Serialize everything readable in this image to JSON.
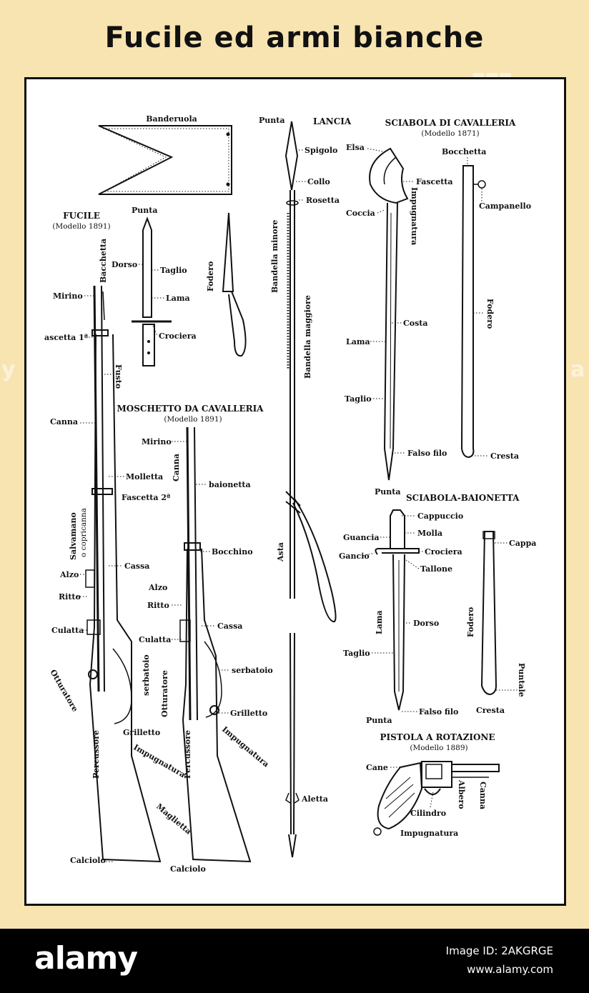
{
  "title": "Fucile ed armi bianche",
  "labels": {
    "banderuola": "Banderuola",
    "fucile": "FUCILE",
    "fucile_model": "(Modello 1891)",
    "punta_bayonet": "Punta",
    "dorso": "Dorso",
    "taglio": "Taglio",
    "lama": "Lama",
    "crociera": "Crociera",
    "fodero": "Fodero",
    "bacchetta": "Bacchetta",
    "mirino": "Mirino",
    "fascetta1": "ascetta 1ª",
    "fusto": "Fusto",
    "canna": "Canna",
    "molletta": "Molletta",
    "fascetta2": "Fascetta 2ª",
    "salvamano": "Salvamano",
    "copricanna": "o copricanna",
    "cassa": "Cassa",
    "alzo": "Alzo",
    "ritto": "Ritto",
    "culatta": "Culatta",
    "serbatoio": "serbatoio",
    "otturatore": "Otturatore",
    "percussore": "Percussore",
    "grilletto": "Grilletto",
    "impugnatura": "Impugnatura",
    "maglietta": "Maglietta",
    "calciolo": "Calciolo",
    "moschetto": "MOSCHETTO DA CAVALLERIA",
    "moschetto_model": "(Modello 1891)",
    "m_mirino": "Mirino",
    "m_canna": "Canna",
    "m_baionetta": "baionetta",
    "m_bocchino": "Bocchino",
    "m_alzo": "Alzo",
    "m_ritto": "Ritto",
    "m_cassa": "Cassa",
    "m_culatta": "Culatta",
    "m_serbatoio": "serbatoio",
    "m_otturatore": "Otturatore",
    "m_grilletto": "Grilletto",
    "m_percussore": "Percussore",
    "m_impugnatura": "Impugnatura",
    "m_calciolo": "Calciolo",
    "punta_lancia": "Punta",
    "lancia": "LANCIA",
    "spigolo": "Spigolo",
    "collo": "Collo",
    "rosetta": "Rosetta",
    "bandella_minore": "Bandella minore",
    "bandella_maggiore": "Bandella maggiore",
    "asta": "Asta",
    "aletta": "Aletta",
    "sciabola": "SCIABOLA DI CAVALLERIA",
    "sciabola_model": "(Modello 1871)",
    "elsa": "Elsa",
    "fascetta": "Fascetta",
    "impugnatura_s": "Impugnatura",
    "coccia": "Coccia",
    "bocchetta": "Bocchetta",
    "campanello": "Campanello",
    "s_fodero": "Fodero",
    "costa": "Costa",
    "s_lama": "Lama",
    "s_taglio": "Taglio",
    "falso_filo": "Falso filo",
    "cresta": "Cresta",
    "s_punta": "Punta",
    "sciabola_baionetta": "SCIABOLA-BAIONETTA",
    "cappuccio": "Cappuccio",
    "guancia": "Guancia",
    "molla": "Molla",
    "gancio": "Gancio",
    "b_crociera": "Crociera",
    "tallone": "Tallone",
    "b_lama": "Lama",
    "b_dorso": "Dorso",
    "b_taglio": "Taglio",
    "b_fodero": "Fodero",
    "cappa": "Cappa",
    "puntale": "Puntale",
    "b_cresta": "Cresta",
    "b_falso_filo": "Falso filo",
    "b_punta": "Punta",
    "pistola": "PISTOLA A ROTAZIONE",
    "pistola_model": "(Modello 1889)",
    "cane": "Cane",
    "albero": "Albero",
    "p_canna": "Canna",
    "cilindro": "Cilindro",
    "p_impugnatura": "Impugnatura"
  },
  "footer": {
    "brand": "alamy",
    "image_id": "Image ID: 2AKGRGE",
    "url": "www.alamy.com"
  }
}
